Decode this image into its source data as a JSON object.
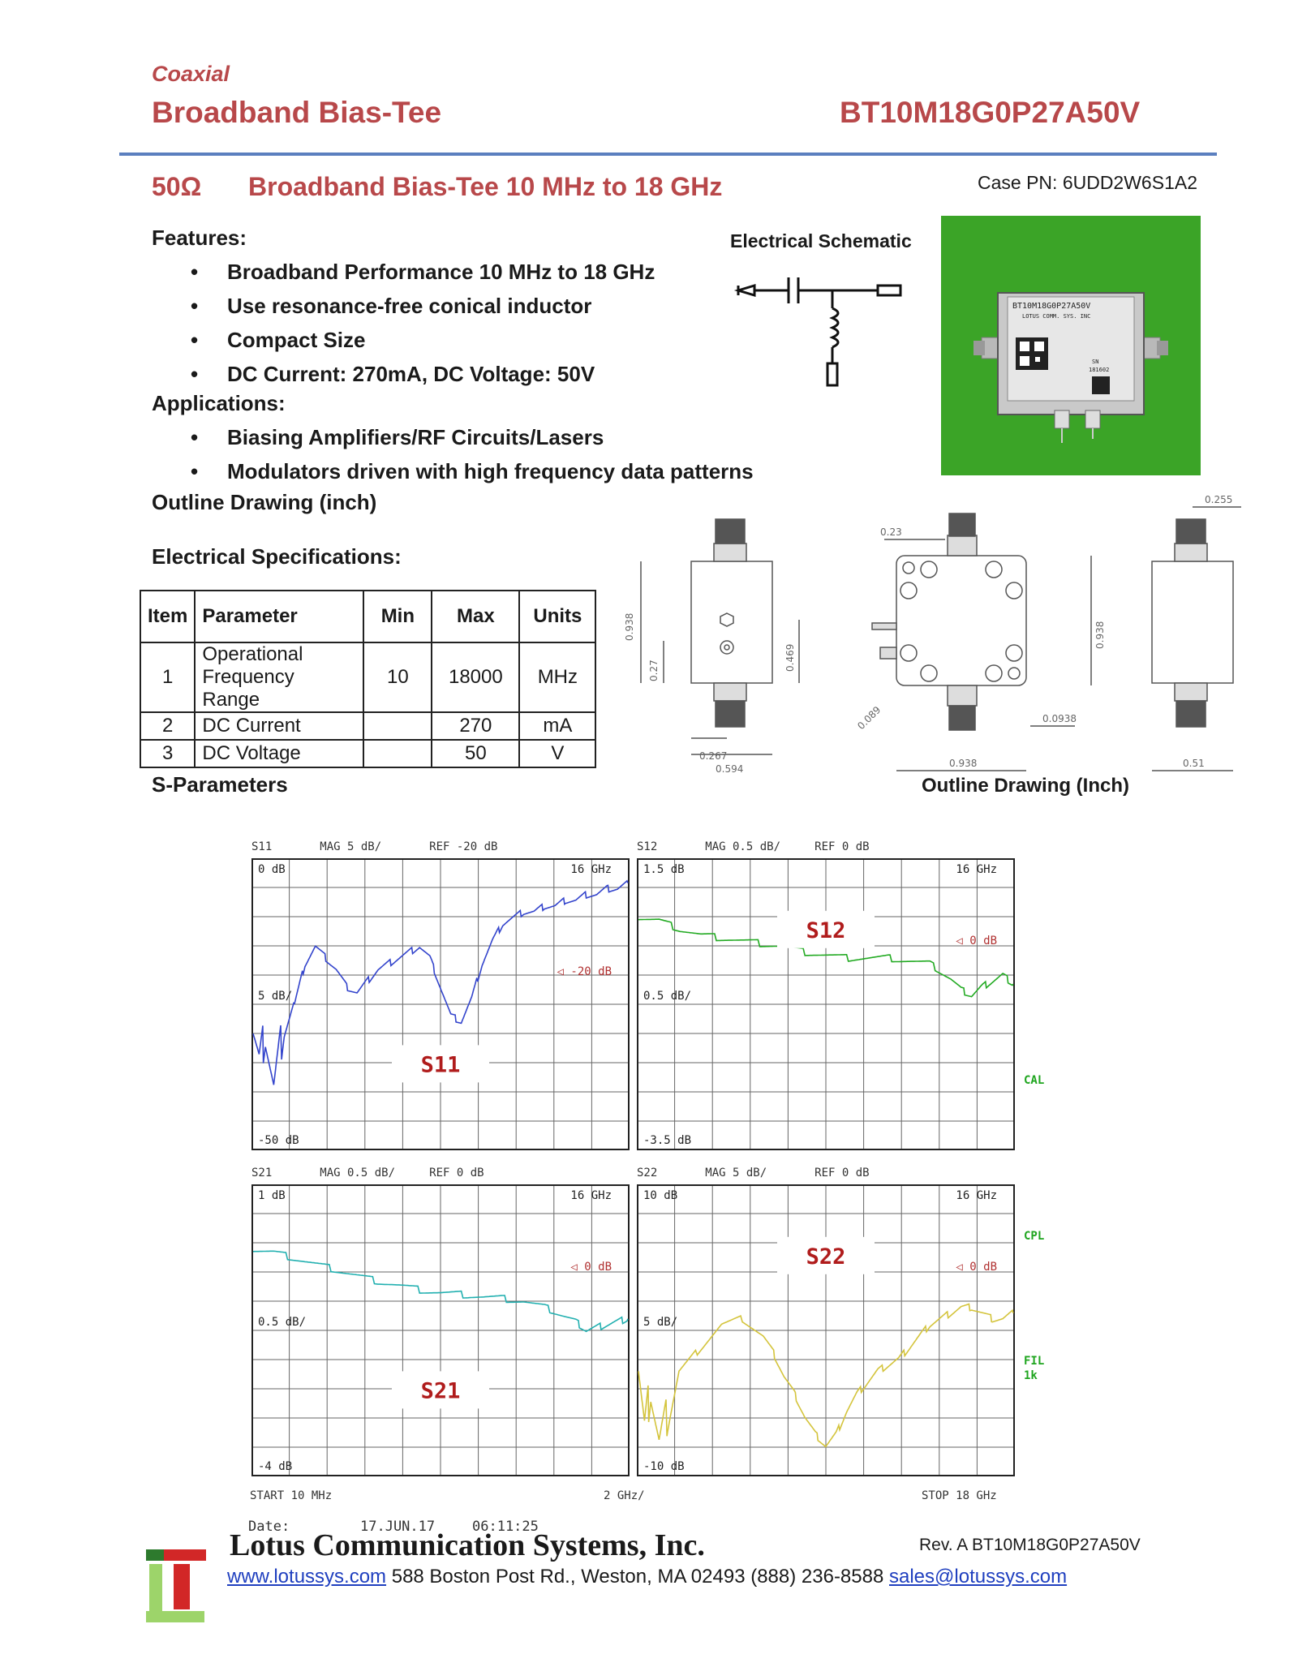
{
  "header": {
    "category": "Coaxial",
    "title": "Broadband Bias-Tee",
    "part_number": "BT10M18G0P27A50V"
  },
  "subheader": {
    "impedance": "50Ω",
    "title": "Broadband Bias-Tee 10 MHz to 18 GHz",
    "case_pn": "Case PN: 6UDD2W6S1A2"
  },
  "features": {
    "heading": "Features:",
    "items": [
      "Broadband Performance 10 MHz to 18 GHz",
      "Use resonance-free conical inductor",
      "Compact Size",
      "DC Current: 270mA, DC Voltage: 50V"
    ]
  },
  "applications": {
    "heading": "Applications:",
    "items": [
      "Biasing Amplifiers/RF Circuits/Lasers",
      "Modulators driven with high frequency data patterns"
    ]
  },
  "outline_heading": "Outline Drawing (inch)",
  "schematic_title": "Electrical Schematic",
  "photo_label": {
    "line1": "BT10M18G0P27A50V",
    "line2": "LOTUS COMM. SYS. INC",
    "line3": "SN",
    "line4": "181602"
  },
  "spec_heading": "Electrical Specifications:",
  "spec_table": {
    "headers": [
      "Item",
      "Parameter",
      "Min",
      "Max",
      "Units"
    ],
    "rows": [
      [
        "1",
        "Operational Frequency Range",
        "10",
        "18000",
        "MHz"
      ],
      [
        "2",
        "DC Current",
        "",
        "270",
        "mA"
      ],
      [
        "3",
        "DC Voltage",
        "",
        "50",
        "V"
      ]
    ]
  },
  "outline_drawing": {
    "label": "Outline Drawing (Inch)",
    "dims": [
      "0.938",
      "0.27",
      "0.469",
      "0.267",
      "0.594",
      "0.23",
      "0.938",
      "0.089",
      "0.0938",
      "0.938",
      "0.255",
      "0.51"
    ]
  },
  "sparam_heading": "S-Parameters",
  "analyzer": {
    "date_label": "Date:",
    "date_value": "17.JUN.17",
    "time_value": "06:11:25",
    "start": "START  10 MHz",
    "span": "2 GHz/",
    "stop": "STOP 18 GHz",
    "side_labels": [
      "CAL",
      "CPL",
      "FIL",
      "1k"
    ],
    "colors": {
      "s11": "#3344cc",
      "s12": "#22aa22",
      "s21": "#22b0b0",
      "s22": "#d4c43c",
      "label": "#b01c1c"
    }
  },
  "chart_data": [
    {
      "type": "line",
      "title": "S11",
      "header": "S11       MAG 5 dB/       REF -20 dB",
      "top_label": "0 dB",
      "bottom_label": "-50 dB",
      "right_label": "16 GHz",
      "ref_label": "◁ -20 dB",
      "scale_label": "5 dB/",
      "xlim": [
        0.01,
        18
      ],
      "ylim": [
        -50,
        0
      ],
      "x": [
        0.01,
        0.3,
        0.6,
        1.0,
        1.5,
        2.0,
        2.5,
        3.0,
        3.5,
        4.0,
        4.5,
        5.0,
        5.5,
        6.0,
        6.5,
        7.0,
        7.5,
        8.0,
        8.5,
        9.0,
        9.5,
        10.0,
        10.5,
        11.0,
        11.5,
        12.0,
        12.5,
        13.0,
        13.5,
        14.0,
        14.5,
        15.0,
        15.5,
        16.0,
        16.5,
        17.0,
        17.5,
        18.0
      ],
      "y": [
        -28,
        -35,
        -30,
        -40,
        -28,
        -25,
        -18,
        -15,
        -17,
        -19,
        -22,
        -23,
        -21,
        -19,
        -18,
        -17,
        -16,
        -15,
        -17,
        -22,
        -27,
        -28,
        -24,
        -18,
        -14,
        -11,
        -10,
        -9,
        -9,
        -8,
        -8,
        -7,
        -7,
        -6,
        -6,
        -5,
        -5,
        -4
      ]
    },
    {
      "type": "line",
      "title": "S12",
      "header": "S12       MAG 0.5 dB/     REF 0 dB",
      "top_label": "1.5 dB",
      "bottom_label": "-3.5 dB",
      "right_label": "16 GHz",
      "ref_label": "◁ 0 dB",
      "scale_label": "0.5 dB/",
      "xlim": [
        0.01,
        18
      ],
      "ylim": [
        -3.5,
        1.5
      ],
      "x": [
        0.01,
        1,
        2,
        3,
        4,
        5,
        6,
        7,
        8,
        9,
        10,
        11,
        12,
        13,
        14,
        15,
        15.5,
        16,
        16.5,
        17,
        17.5,
        18
      ],
      "y": [
        0.5,
        0.45,
        0.3,
        0.2,
        0.15,
        0.1,
        0.05,
        0.0,
        -0.1,
        -0.15,
        -0.2,
        -0.2,
        -0.2,
        -0.25,
        -0.3,
        -0.55,
        -0.75,
        -0.85,
        -0.7,
        -0.6,
        -0.5,
        -0.65
      ]
    },
    {
      "type": "line",
      "title": "S21",
      "header": "S21       MAG 0.5 dB/     REF 0 dB",
      "top_label": "1 dB",
      "bottom_label": "-4 dB",
      "right_label": "16 GHz",
      "ref_label": "◁ 0 dB",
      "scale_label": "0.5 dB/",
      "xlim": [
        0.01,
        18
      ],
      "ylim": [
        -4,
        1
      ],
      "x": [
        0.01,
        1,
        2,
        3,
        4,
        5,
        6,
        7,
        8,
        9,
        10,
        11,
        12,
        13,
        14,
        15,
        15.5,
        16,
        16.5,
        17,
        17.5,
        18
      ],
      "y": [
        -0.1,
        -0.15,
        -0.25,
        -0.35,
        -0.45,
        -0.55,
        -0.65,
        -0.72,
        -0.8,
        -0.85,
        -0.88,
        -0.92,
        -0.95,
        -1.0,
        -1.1,
        -1.25,
        -1.35,
        -1.5,
        -1.45,
        -1.4,
        -1.35,
        -1.3
      ]
    },
    {
      "type": "line",
      "title": "S22",
      "header": "S22       MAG 5 dB/       REF 0 dB",
      "top_label": "10 dB",
      "bottom_label": "-10 dB",
      "right_label": "16 GHz",
      "ref_label": "◁ 0 dB",
      "scale_label": "5 dB/",
      "xlim": [
        0.01,
        18
      ],
      "ylim": [
        -40,
        10
      ],
      "x": [
        0.01,
        0.3,
        0.6,
        1.0,
        1.5,
        2.0,
        3.0,
        4.0,
        5.0,
        6.0,
        6.5,
        7.0,
        7.5,
        8.0,
        8.5,
        9.0,
        9.5,
        10.0,
        10.5,
        11.0,
        11.5,
        12.0,
        12.5,
        13.0,
        13.5,
        14.0,
        14.5,
        15.0,
        15.5,
        16.0,
        16.5,
        17.0,
        17.5,
        18.0
      ],
      "y": [
        -20,
        -32,
        -25,
        -35,
        -28,
        -22,
        -18,
        -14,
        -13,
        -16,
        -19,
        -23,
        -26,
        -30,
        -33,
        -35,
        -33,
        -29,
        -26,
        -24,
        -22,
        -21,
        -20,
        -18,
        -16,
        -14,
        -13,
        -12,
        -11,
        -11,
        -12,
        -13,
        -13,
        -12
      ]
    }
  ],
  "footer": {
    "company": "Lotus Communication Systems, Inc.",
    "revision": "Rev. A BT10M18G0P27A50V",
    "website": "www.lotussys.com",
    "address": " 588 Boston Post Rd., Weston, MA 02493 (888) 236-8588 ",
    "email": "sales@lotussys.com"
  }
}
